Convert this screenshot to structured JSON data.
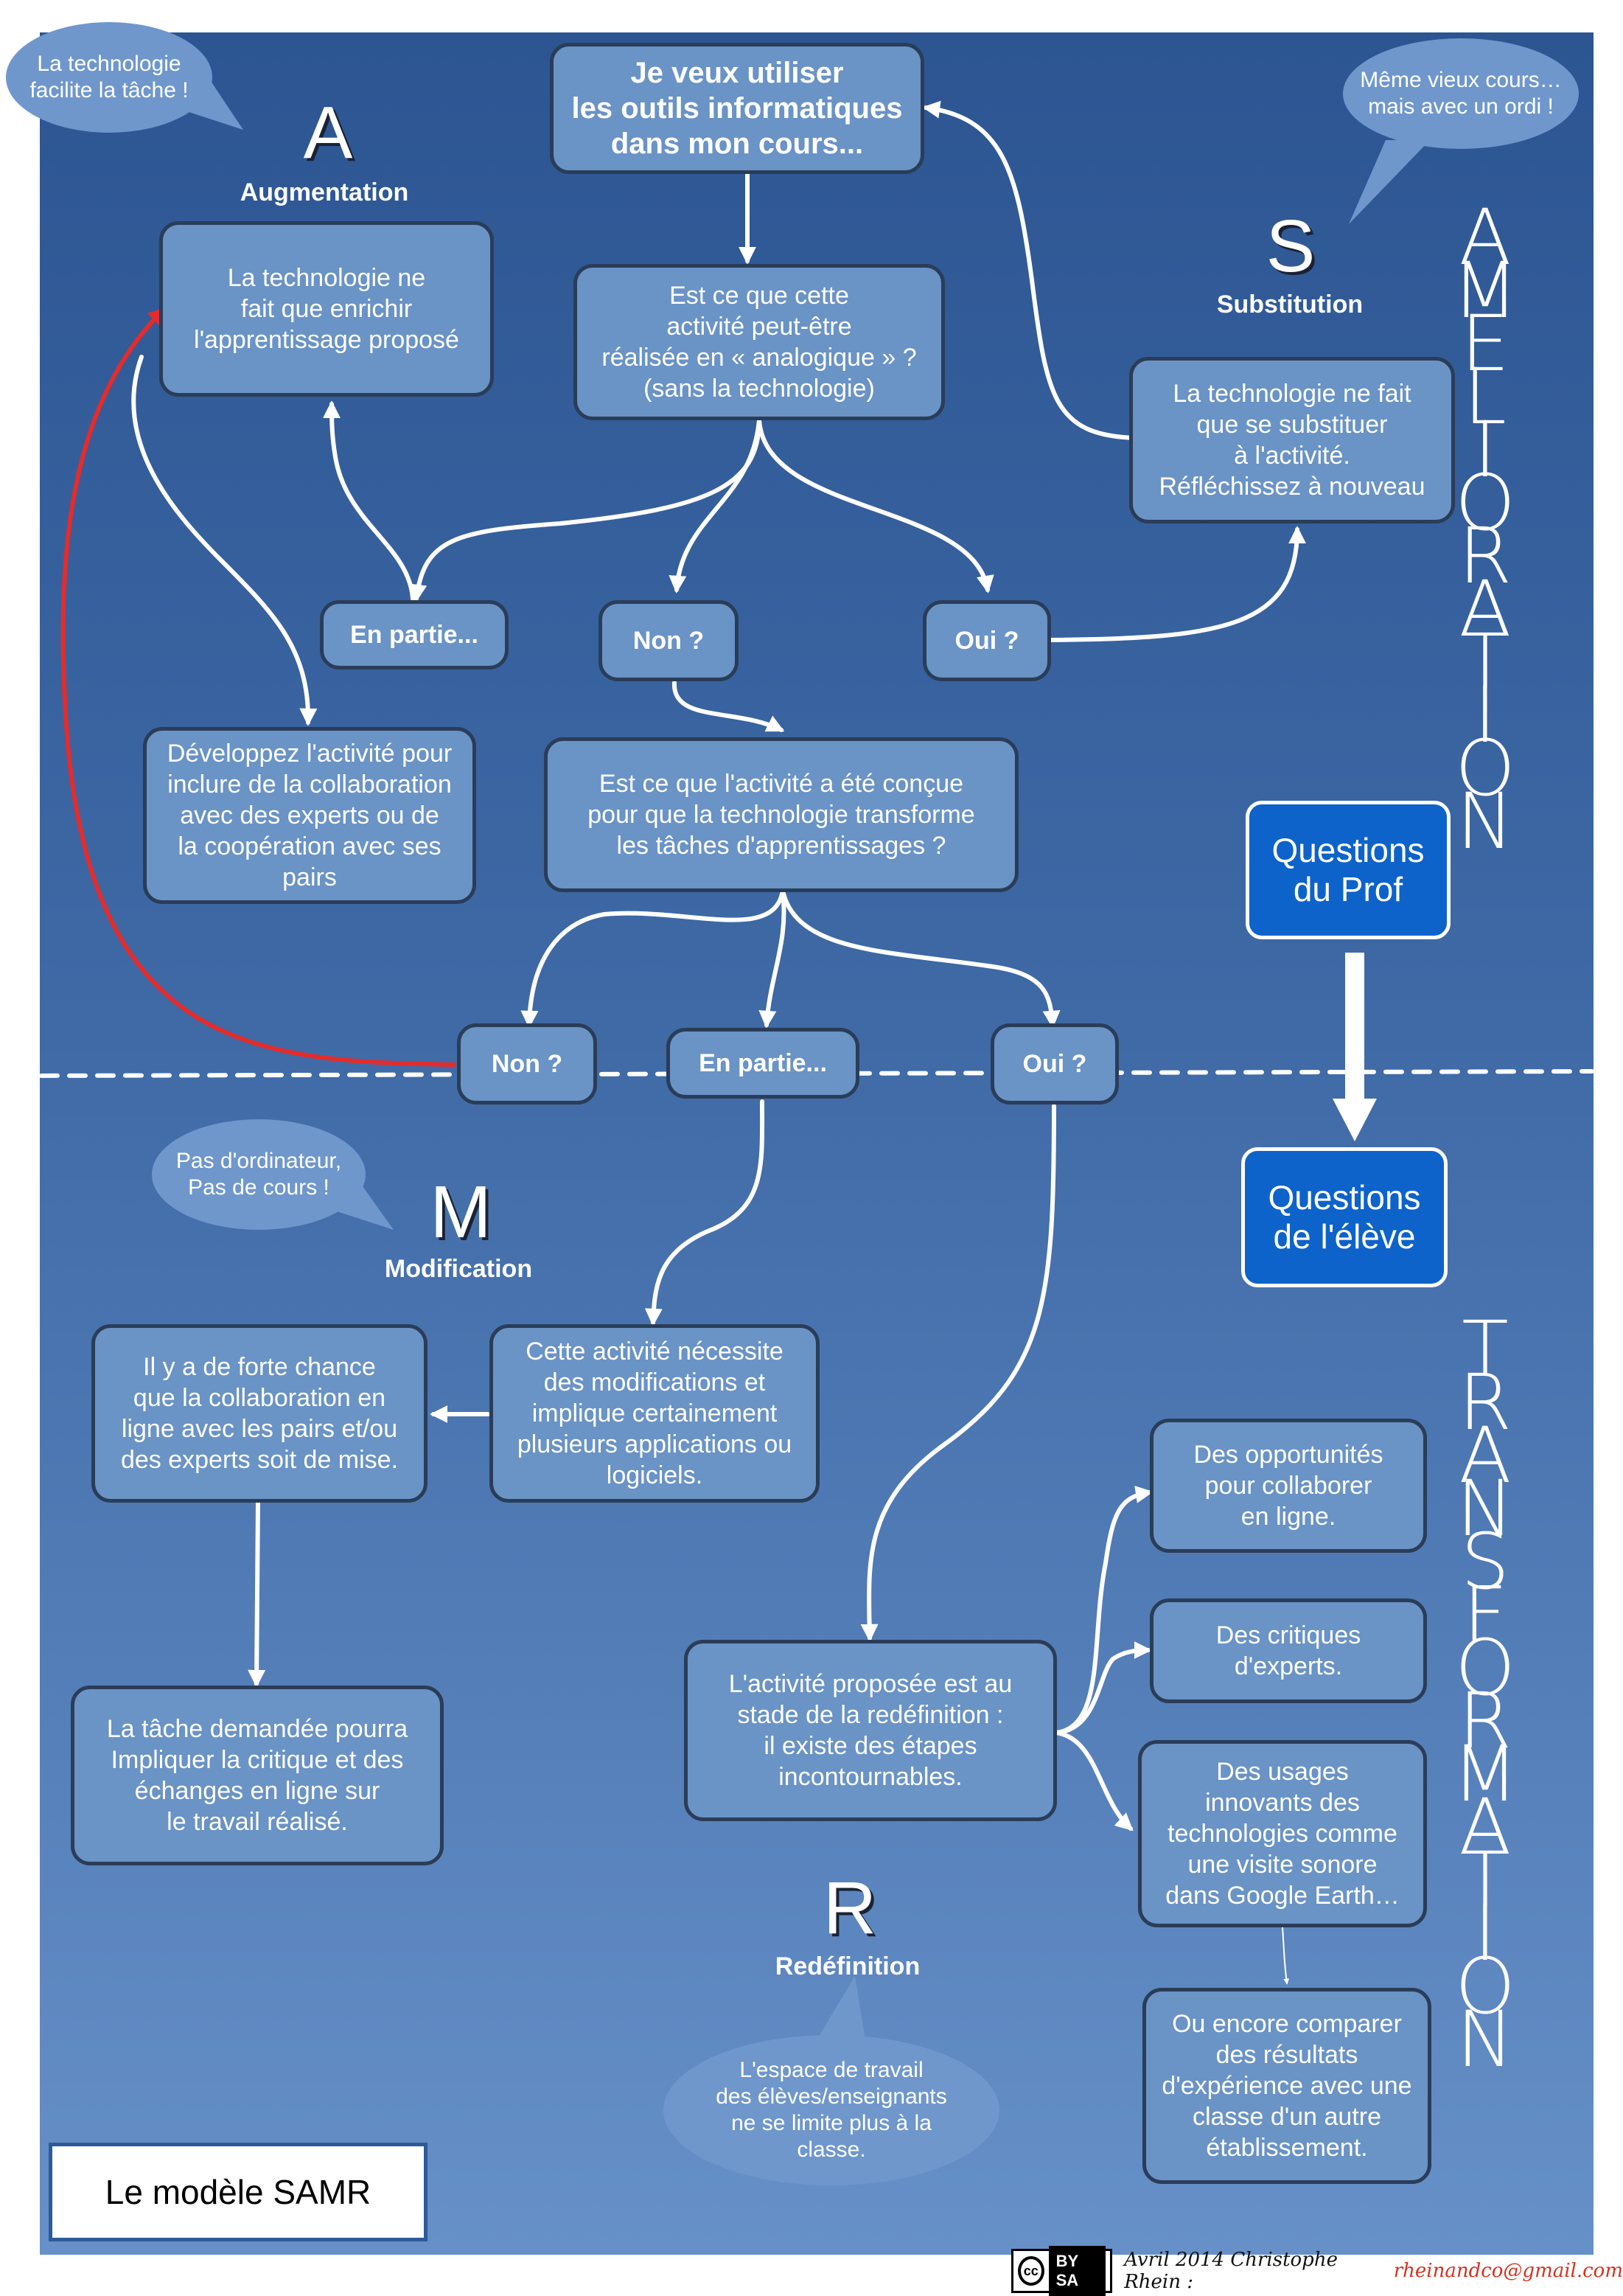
{
  "header": {
    "start": "Je veux utiliser\nles outils informatiques\ndans mon cours..."
  },
  "sections": {
    "amelioration": "AMELIORATION",
    "transformation": "TRANSFORMATION"
  },
  "levels": {
    "a": {
      "letter": "A",
      "name": "Augmentation"
    },
    "s": {
      "letter": "S",
      "name": "Substitution"
    },
    "m": {
      "letter": "M",
      "name": "Modification"
    },
    "r": {
      "letter": "R",
      "name": "Redéfinition"
    }
  },
  "bubbles": {
    "augmentation": "La technologie\nfacilite la tâche !",
    "substitution": "Même vieux cours…\nmais avec un ordi !",
    "modification": "Pas d'ordinateur,\nPas de cours !",
    "redefinition": "L'espace de travail\ndes élèves/enseignants\nne se limite plus à la\nclasse."
  },
  "nodes": {
    "q1": "Est ce que cette\nactivité peut-être\nréalisée en « analogique » ?\n(sans la technologie)",
    "aug_desc": "La technologie ne\nfait que enrichir\nl'apprentissage proposé",
    "subst_desc": "La technologie ne fait\nque se substituer\nà l'activité.\nRéfléchissez à nouveau",
    "q1_partial": "En partie...",
    "q1_no": "Non ?",
    "q1_yes": "Oui ?",
    "develop": "Développez l'activité pour\ninclure de la collaboration\navec des experts ou de\nla coopération avec ses\npairs",
    "q2": "Est ce que l'activité a été conçue\npour que la technologie transforme\nles tâches d'apprentissages ?",
    "q2_no": "Non ?",
    "q2_partial": "En partie...",
    "q2_yes": "Oui ?",
    "collab": "Il y a de forte chance\nque la collaboration en\nligne avec les pairs et/ou\ndes experts soit de mise.",
    "modif_desc": "Cette activité nécessite\ndes modifications et\nimplique certainement\nplusieurs applications ou\nlogiciels.",
    "task": "La tâche demandée pourra\nImpliquer la critique et des\néchanges en ligne sur\nle travail réalisé.",
    "redef_desc": "L'activité proposée est au\nstade de la redéfinition :\nil existe des étapes\nincontournables.",
    "opp": "Des opportunités\npour collaborer\nen ligne.",
    "crit": "Des critiques\nd'experts.",
    "usages": "Des usages\ninnovants des\ntechnologies comme\nune visite sonore\ndans Google Earth…",
    "compare": "Ou encore comparer\ndes résultats\nd'expérience avec une\nclasse d'un autre\nétablissement."
  },
  "side": {
    "prof": "Questions\ndu Prof",
    "eleve": "Questions\nde l'élève"
  },
  "legend": "Le modèle SAMR",
  "credit": {
    "license_by": "BY",
    "license_sa": "SA",
    "author": "Avril 2014 Christophe Rhein :",
    "email": "rheinandco@gmail.com"
  },
  "colors": {
    "background_top": "#2c5592",
    "background_bottom": "#6790c8",
    "box_fill": "#6a93c6",
    "box_border": "#2a3d58",
    "question_box": "#0d63c9",
    "red_arrow": "#e52b2b"
  }
}
